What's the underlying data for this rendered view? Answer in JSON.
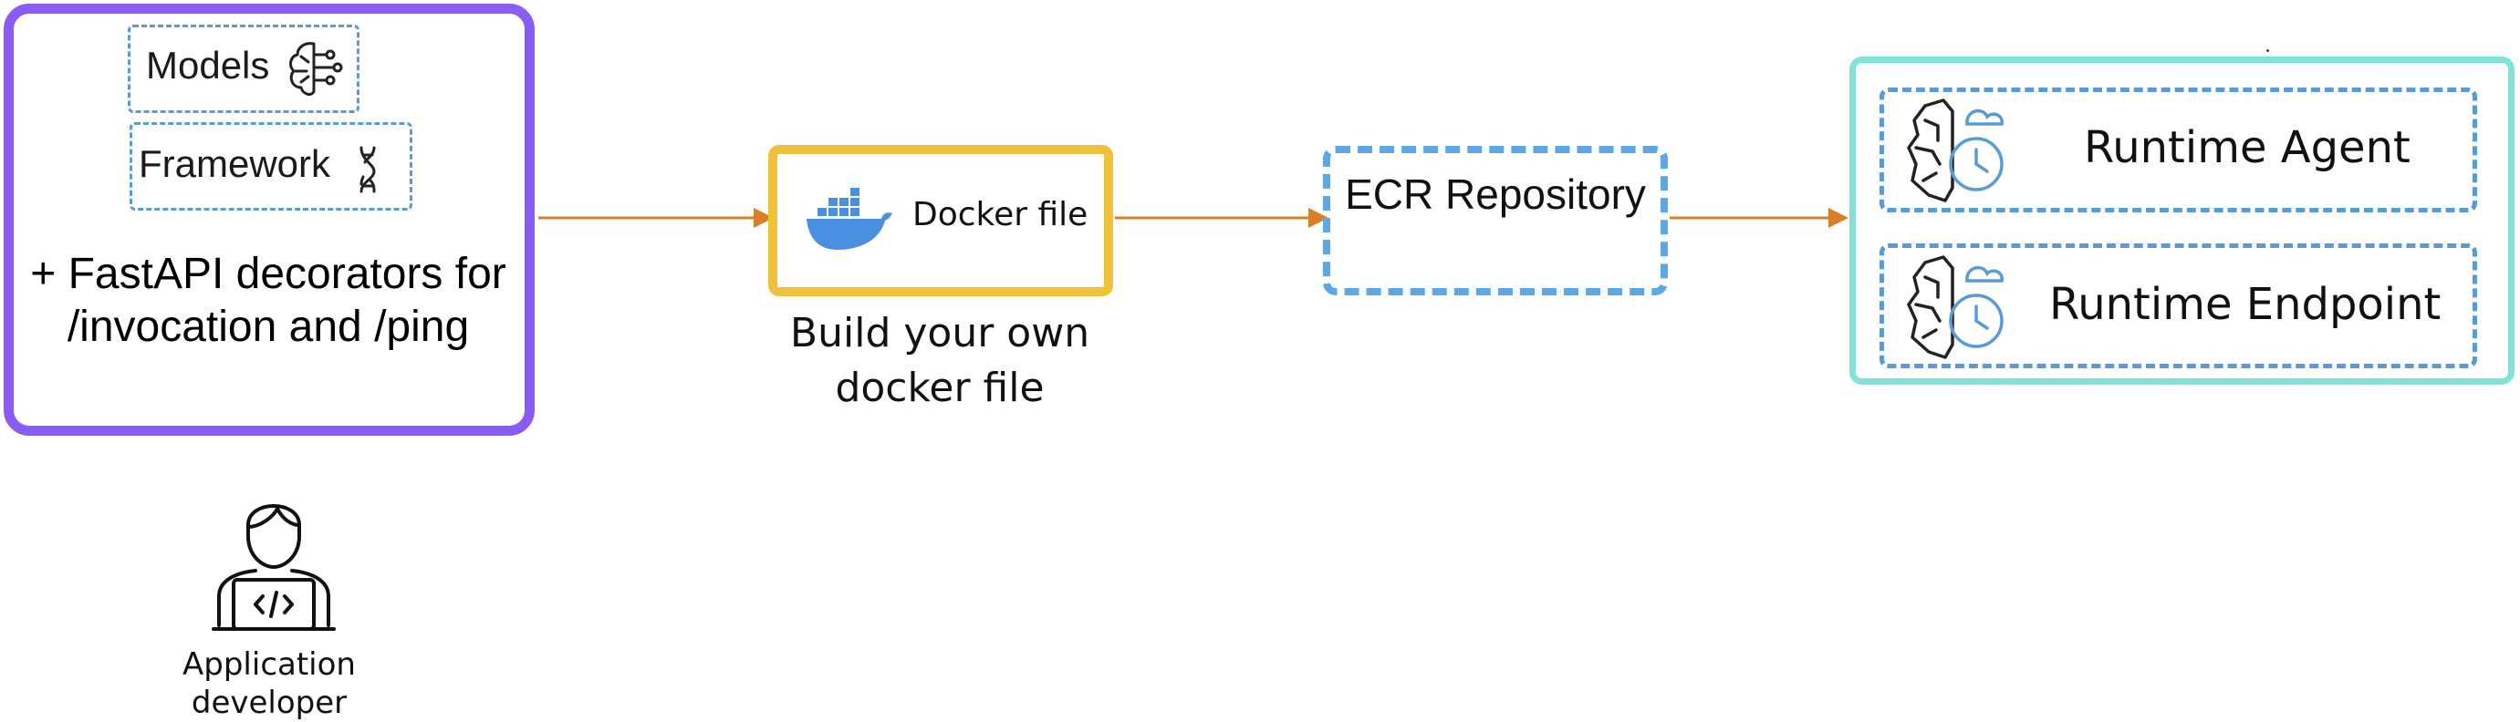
{
  "source": {
    "models_label": "Models",
    "framework_label": "Framework",
    "fastapi_text": "+ FastAPI decorators for /invocation and /ping"
  },
  "developer": {
    "label": "Application developer"
  },
  "docker": {
    "label": "Docker file",
    "caption": "Build your own docker file"
  },
  "ecr": {
    "label": "ECR Repository"
  },
  "runtime": {
    "agent_label": "Runtime Agent",
    "endpoint_label": "Runtime Endpoint"
  },
  "icons": [
    "brain-circuit-icon",
    "dna-icon",
    "docker-whale-icon",
    "developer-laptop-icon",
    "brain-clock-icon"
  ],
  "colors": {
    "source_border": "#8a5cf6",
    "docker_border": "#f0c23b",
    "ecr_border": "#5aa9e6",
    "runtime_border": "#7fe3d8",
    "arrow": "#d97f2a",
    "docker_blue": "#4a90e2"
  }
}
